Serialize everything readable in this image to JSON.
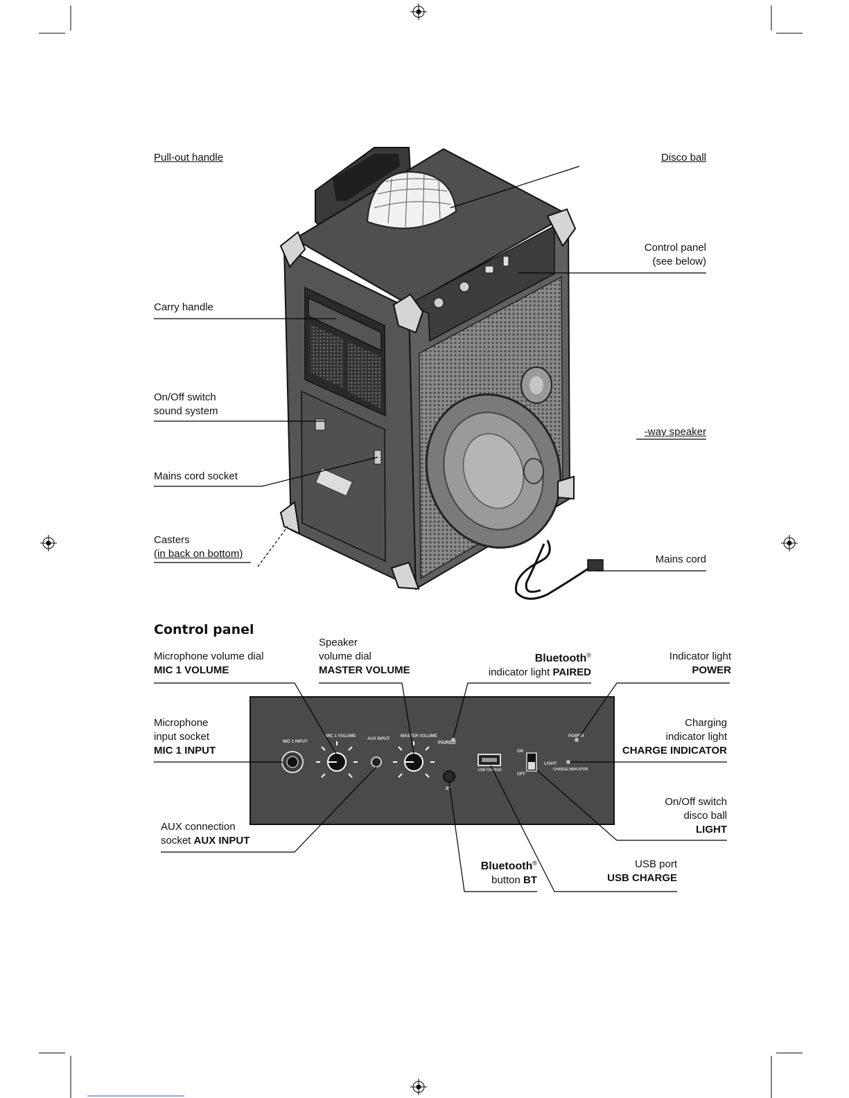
{
  "speaker_labels": {
    "pull_out_handle": "Pull-out handle",
    "disco_ball": "Disco ball",
    "control_panel_1": "Control panel",
    "control_panel_2": "(see below)",
    "carry_handle": "Carry handle",
    "onoff_switch_1": "On/Off switch",
    "onoff_switch_2": "sound system",
    "two_way_speaker": "-way speaker",
    "mains_cord_socket": "Mains cord socket",
    "casters_1": "Casters",
    "casters_2": "(in back on bottom)",
    "mains_cord": "Mains cord"
  },
  "control_panel": {
    "title": "Control panel",
    "mic_volume_1": "Microphone volume dial",
    "mic_volume_2": "MIC 1 VOLUME",
    "speaker_volume_1": "Speaker",
    "speaker_volume_2": "volume dial",
    "speaker_volume_3": "MASTER  VOLUME",
    "bt_paired_1": "Bluetooth",
    "bt_paired_reg": "®",
    "bt_paired_2": "indicator light ",
    "bt_paired_3": "PAIRED",
    "power_light_1": "Indicator light",
    "power_light_2": "POWER",
    "mic_input_1": "Microphone",
    "mic_input_2": "input  socket",
    "mic_input_3": "MIC 1 INPUT",
    "charging_1": "Charging",
    "charging_2": "indicator light",
    "charging_3": "CHARGE INDICATOR",
    "light_switch_1": "On/Off switch",
    "light_switch_2": "disco ball",
    "light_switch_3": "LIGHT",
    "aux_1": "AUX connection",
    "aux_2": "socket ",
    "aux_3": "AUX INPUT",
    "bt_button_1": "Bluetooth",
    "bt_button_reg": "®",
    "bt_button_2": "button ",
    "bt_button_3": "BT",
    "usb_1": "USB port",
    "usb_2": "USB CHARGE"
  },
  "panel_markings": {
    "mic_input": "MIC 1 INPUT",
    "mic_volume": "MIC 1 VOLUME",
    "aux_input": "AUX INPUT",
    "master_volume": "MASTER VOLUME",
    "paired": "PAIRED",
    "bt": "BT",
    "usb_charge": "USB CHARGE",
    "on": "ON",
    "off": "OFF",
    "light": "LIGHT",
    "power": "POWER",
    "charge_indicator": "CHARGE INDICATOR"
  },
  "colors": {
    "panel": "#4a4a4a",
    "cabinet": "#5a5a5a",
    "grille": "#7a7a7a"
  }
}
